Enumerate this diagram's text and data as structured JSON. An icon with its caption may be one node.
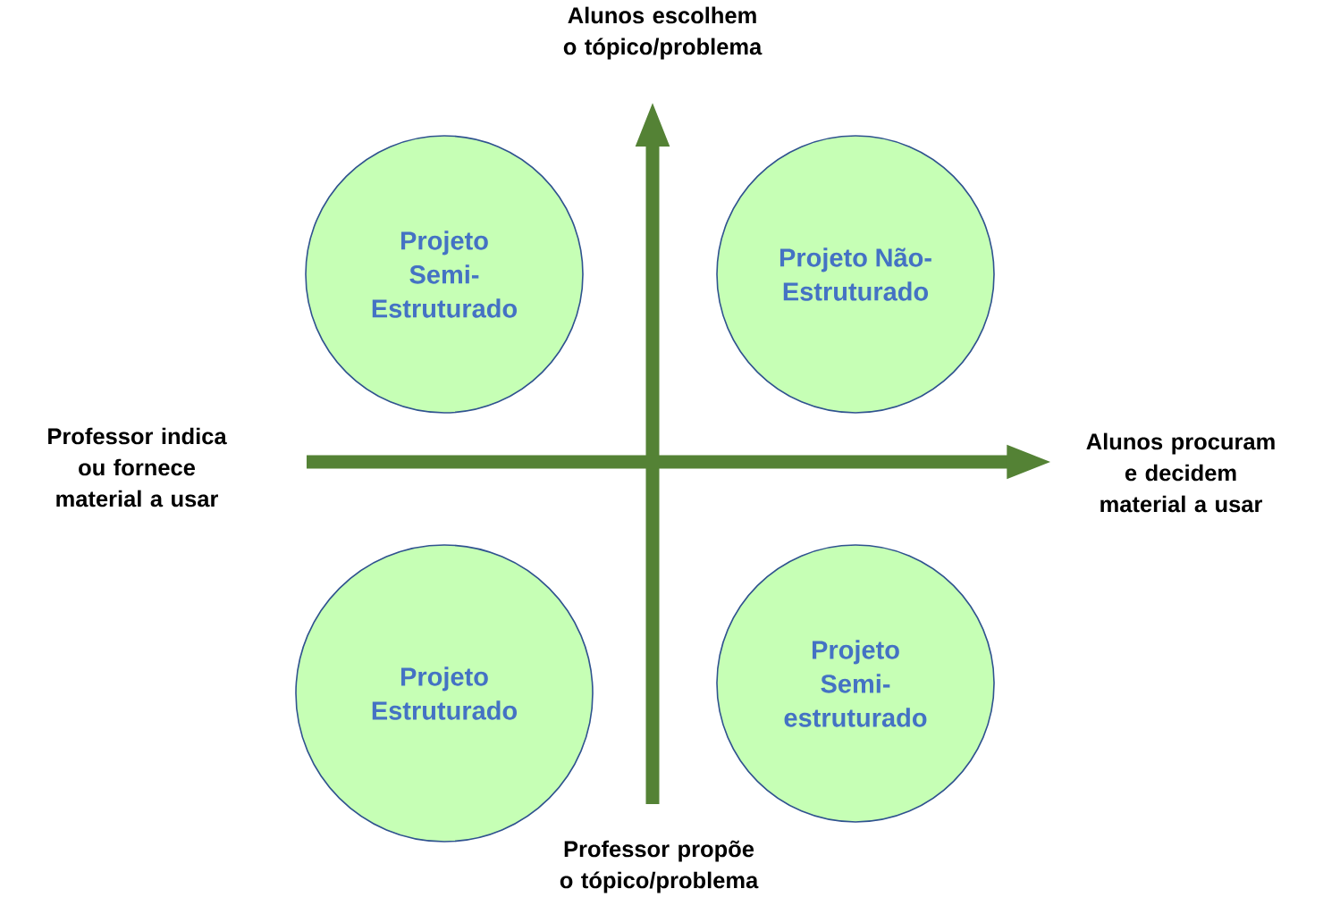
{
  "diagram": {
    "nodes": [
      {
        "text": [
          "Alunos escolhem o tópico/problema"
        ]
      },
      {
        "text": [
          "Projeto Semi- Estruturado"
        ]
      },
      {
        "text": [
          "Projeto Não- Estruturado"
        ]
      },
      {
        "text": [
          "Professor indica ou fornece material a usar"
        ]
      },
      {
        "text": [
          "Alunos procuram e decidem material a usar"
        ]
      },
      {
        "text": [
          "Projeto Estruturado"
        ]
      },
      {
        "text": [
          "Projeto Semi- estruturado"
        ]
      },
      {
        "text": [
          "Professor propõe o tópico/problema"
        ]
      }
    ],
    "edges": [
      {
        "from": 7,
        "to": 0,
        "arrow": "to"
      },
      {
        "from": 3,
        "to": 4,
        "arrow": "to"
      }
    ]
  }
}
